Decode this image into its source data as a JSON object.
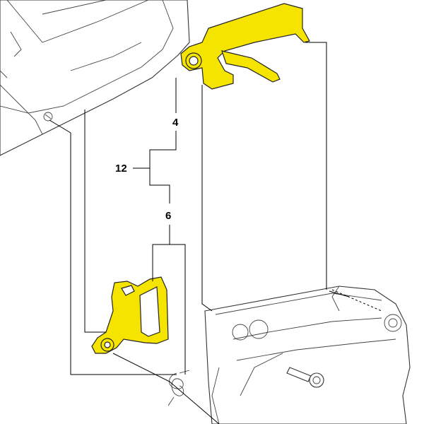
{
  "callouts": {
    "part_4": "4",
    "part_12": "12",
    "part_6": "6"
  },
  "colors": {
    "highlight": "#f4e400",
    "line": "#000000",
    "background": "#ffffff"
  }
}
